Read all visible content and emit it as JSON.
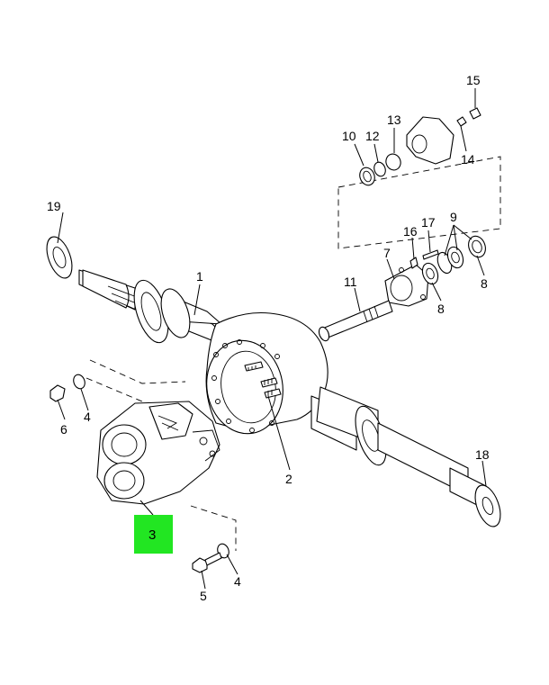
{
  "highlight_color": "#22e622",
  "callouts": {
    "c1": "1",
    "c2": "2",
    "c3": "3",
    "c4a": "4",
    "c4b": "4",
    "c5": "5",
    "c6": "6",
    "c7": "7",
    "c8a": "8",
    "c8b": "8",
    "c9": "9",
    "c10": "10",
    "c11": "11",
    "c12": "12",
    "c13": "13",
    "c14": "14",
    "c15": "15",
    "c16": "16",
    "c17": "17",
    "c18": "18",
    "c19": "19"
  }
}
